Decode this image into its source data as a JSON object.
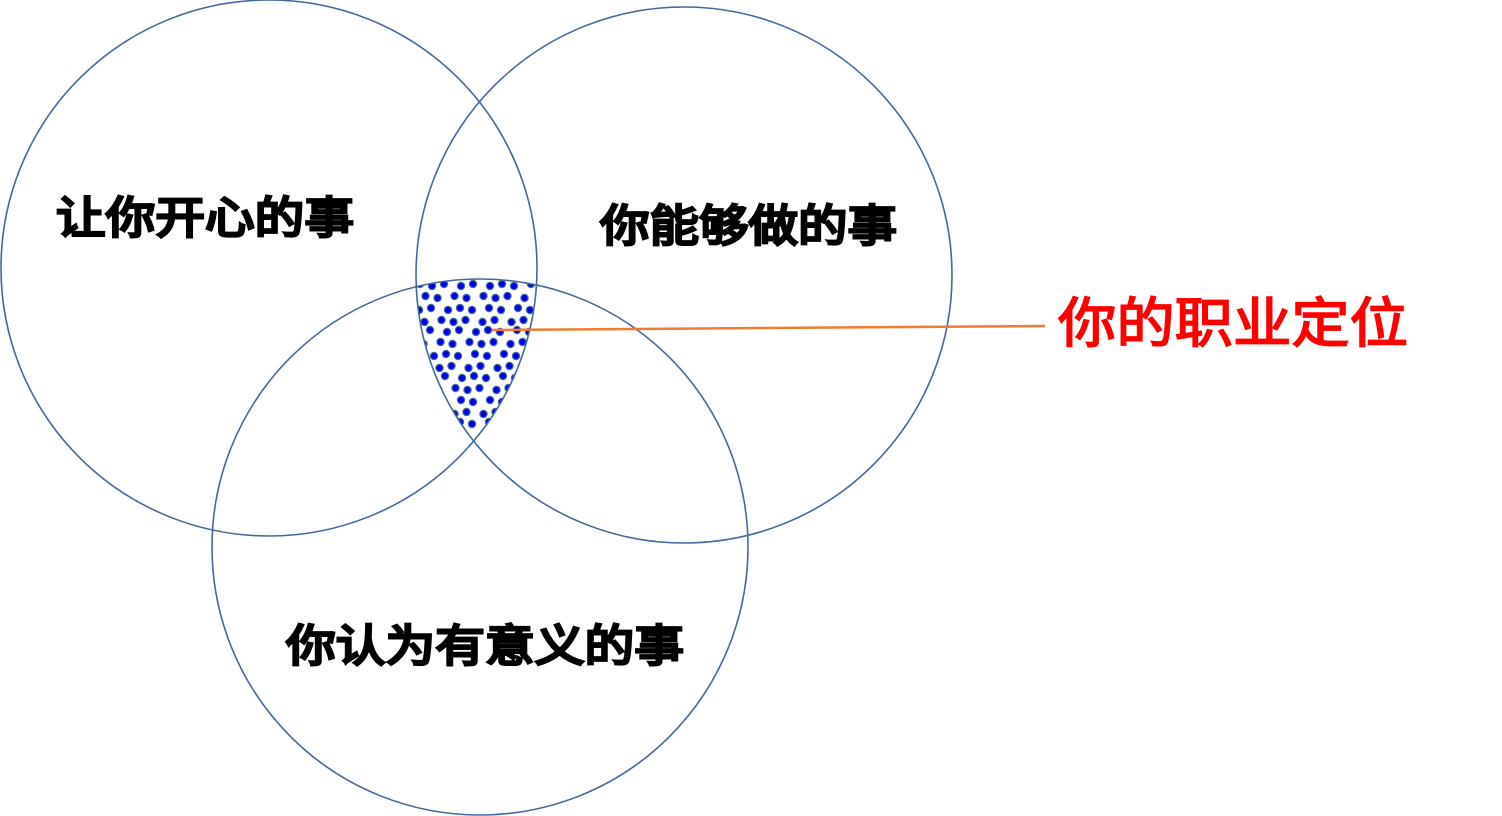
{
  "diagram": {
    "circles": [
      {
        "id": "happy",
        "label": "让你开心的事"
      },
      {
        "id": "able",
        "label": "你能够做的事"
      },
      {
        "id": "meaningful",
        "label": "你认为有意义的事"
      }
    ],
    "intersection_label": "你的职业定位",
    "colors": {
      "circle_stroke": "#41699a",
      "dot_fill": "#0000ee",
      "dot_stroke": "#41699a",
      "leader_line": "#ed7d31",
      "intersection_label": "#ff0000"
    }
  }
}
